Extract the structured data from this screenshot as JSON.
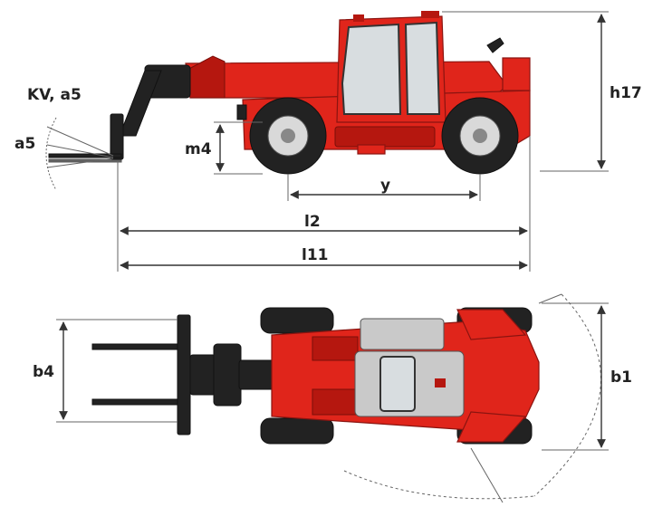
{
  "labels": {
    "kv_a5": "KV, a5",
    "a5": "a5",
    "m4": "m4",
    "y": "y",
    "l2": "l2",
    "l11": "l11",
    "h17": "h17",
    "b4": "b4",
    "b1": "b1"
  },
  "colors": {
    "body": "#e0251b",
    "body_dark": "#b5170f",
    "tire": "#222222",
    "rim": "#d9d9d9",
    "cab_glass": "#d8dde0",
    "dimension_line": "#333333"
  }
}
